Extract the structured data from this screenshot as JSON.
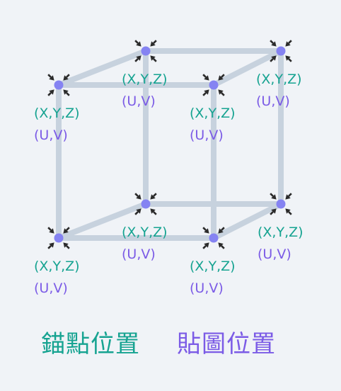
{
  "colors": {
    "background": "#f0f3f7",
    "edge": "#c7d2de",
    "vertex": "#8583f2",
    "arrow": "#2b2b2b",
    "xyz_text": "#16a391",
    "uv_text": "#7b5be6"
  },
  "vertices": [
    {
      "id": "front-top-left",
      "xyz": "(X,Y,Z)",
      "uv": "(U,V)"
    },
    {
      "id": "front-top-right",
      "xyz": "(X,Y,Z)",
      "uv": "(U,V)"
    },
    {
      "id": "front-bottom-left",
      "xyz": "(X,Y,Z)",
      "uv": "(U,V)"
    },
    {
      "id": "front-bottom-right",
      "xyz": "(X,Y,Z)",
      "uv": "(U,V)"
    },
    {
      "id": "back-top-left",
      "xyz": "(X,Y,Z)",
      "uv": "(U,V)"
    },
    {
      "id": "back-top-right",
      "xyz": "(X,Y,Z)",
      "uv": "(U,V)"
    },
    {
      "id": "back-bottom-left",
      "xyz": "(X,Y,Z)",
      "uv": "(U,V)"
    },
    {
      "id": "back-bottom-right",
      "xyz": "(X,Y,Z)",
      "uv": "(U,V)"
    }
  ],
  "legend": {
    "anchor_position": "錨點位置",
    "uv_position": "貼圖位置"
  }
}
